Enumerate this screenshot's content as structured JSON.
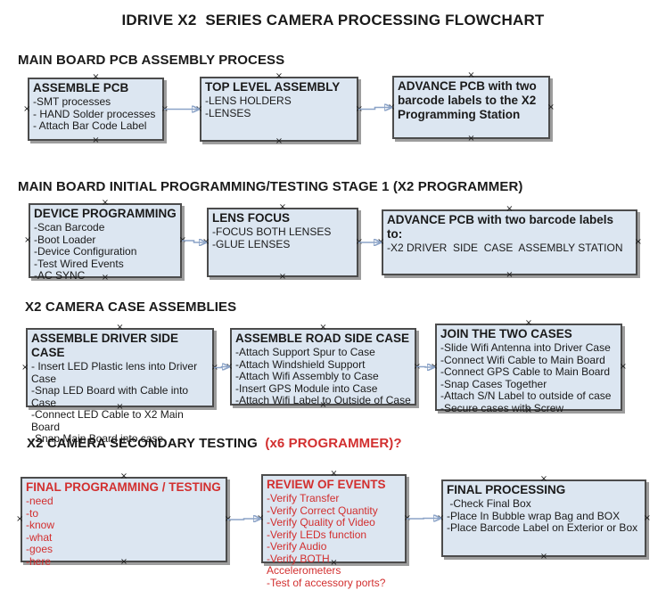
{
  "title": "IDRIVE X2  SERIES CAMERA PROCESSING FLOWCHART",
  "colors": {
    "box_fill": "#dce6f1",
    "box_border": "#4c4c4c",
    "box_shadow": "#9d9d9d",
    "text": "#1a1a1a",
    "red": "#d22f2f",
    "arrow_line": "#8ba3c7",
    "arrow_head": "#3f66ad"
  },
  "sections": [
    {
      "header": "MAIN BOARD PCB ASSEMBLY PROCESS",
      "boxes": [
        {
          "title": "ASSEMBLE PCB",
          "items": [
            "-SMT processes",
            "- HAND Solder processes",
            "- Attach Bar Code Label"
          ]
        },
        {
          "title": "TOP LEVEL ASSEMBLY",
          "items": [
            "-LENS HOLDERS",
            "-LENSES"
          ]
        },
        {
          "title": "ADVANCE PCB with two barcode labels to the X2 Programming Station",
          "items": []
        }
      ]
    },
    {
      "header": "MAIN BOARD INITIAL PROGRAMMING/TESTING STAGE 1 (X2 PROGRAMMER)",
      "boxes": [
        {
          "title": "DEVICE PROGRAMMING",
          "items": [
            "-Scan Barcode",
            "-Boot Loader",
            "-Device Configuration",
            "-Test Wired Events",
            "-AC SYNC"
          ]
        },
        {
          "title": "LENS FOCUS",
          "items": [
            "-FOCUS BOTH LENSES",
            "-GLUE LENSES"
          ]
        },
        {
          "title": "ADVANCE PCB with two barcode labels to:",
          "items": [
            "-X2 DRIVER  SIDE  CASE  ASSEMBLY STATION"
          ]
        }
      ]
    },
    {
      "header": "X2 CAMERA CASE ASSEMBLIES",
      "boxes": [
        {
          "title": "ASSEMBLE DRIVER SIDE CASE",
          "items": [
            "- Insert LED Plastic lens into Driver Case",
            "-Snap LED Board with Cable into Case",
            "-Connect LED Cable to X2 Main Board",
            "-Snap Main Board into case"
          ]
        },
        {
          "title": "ASSEMBLE ROAD SIDE CASE",
          "items": [
            "-Attach Support Spur to Case",
            "-Attach Windshield Support",
            "-Attach Wifi Assembly to Case",
            "-Insert GPS Module into Case",
            "-Attach Wifi Label to Outside of Case"
          ]
        },
        {
          "title": "JOIN THE TWO CASES",
          "items": [
            "-Slide Wifi Antenna into Driver Case",
            "-Connect Wifi Cable to Main Board",
            "-Connect GPS Cable to Main Board",
            "-Snap Cases Together",
            "-Attach S/N Label to outside of case",
            "-Secure cases with Screw"
          ]
        }
      ]
    },
    {
      "header": "X2 CAMERA SECONDARY TESTING  ",
      "header_red": "(x6 PROGRAMMER)?",
      "boxes": [
        {
          "title": "FINAL PROGRAMMING / TESTING",
          "items": [
            "-need",
            "-to",
            "-know",
            "-what",
            "-goes",
            "-here"
          ]
        },
        {
          "title": "REVIEW OF EVENTS",
          "items": [
            "-Verify Transfer",
            "-Verify Correct Quantity",
            "-Verify Quality of Video",
            "-Verify LEDs function",
            "-Verify Audio",
            "-Verify BOTH Accelerometers",
            "-Test of accessory ports?"
          ]
        },
        {
          "title": "FINAL PROCESSING",
          "items": [
            " -Check Final Box",
            "-Place In Bubble wrap Bag and BOX",
            "-Place Barcode Label on Exterior or Box"
          ]
        }
      ]
    }
  ]
}
